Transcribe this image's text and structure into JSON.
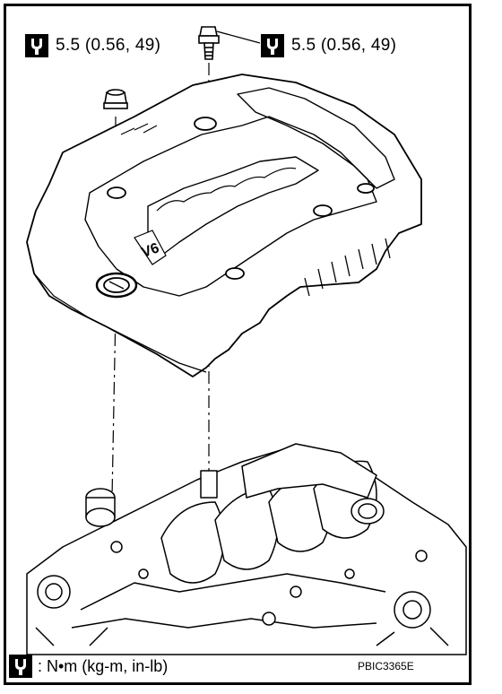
{
  "torque_callouts": [
    {
      "value": "5.5 (0.56, 49)",
      "icon": "torque-wrench-icon"
    },
    {
      "value": "5.5 (0.56, 49)",
      "icon": "torque-wrench-icon"
    }
  ],
  "legend": {
    "icon": "torque-wrench-icon",
    "text": ": N•m (kg-m, in-lb)"
  },
  "figure_code": "PBIC3365E",
  "cover_emblem": "V6"
}
